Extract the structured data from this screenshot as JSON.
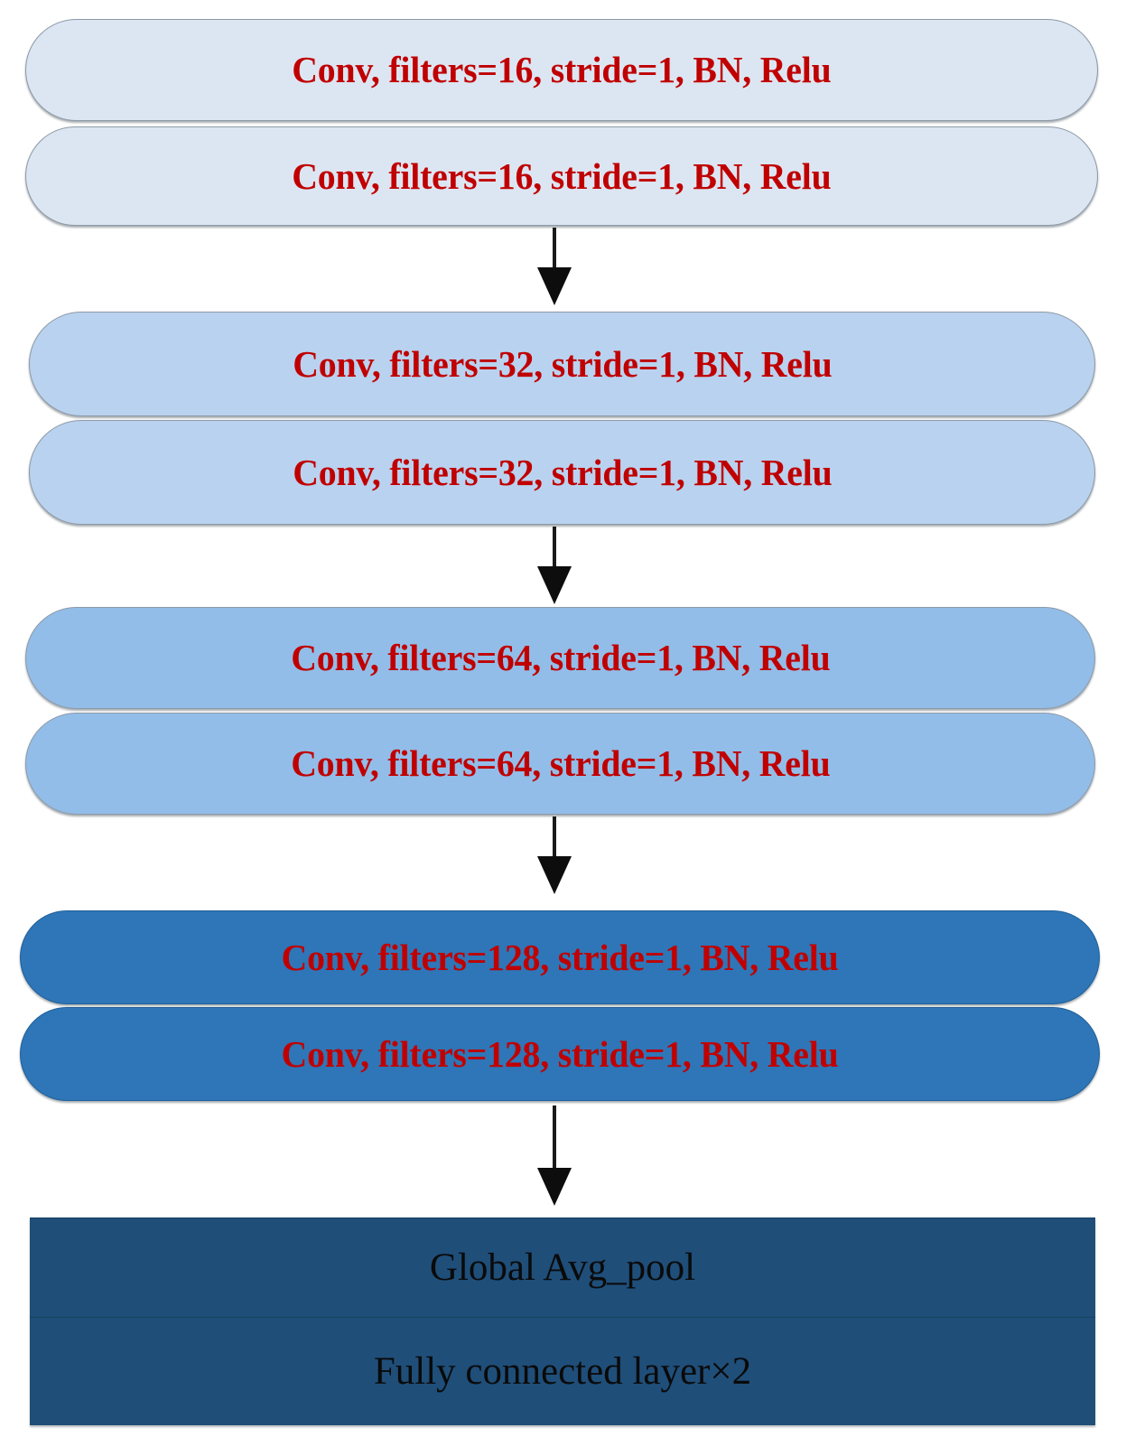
{
  "diagram": {
    "title": "CNN architecture block diagram",
    "type": "flowchart",
    "colors": {
      "text_red": "#c00000",
      "text_black": "#0a0a0a",
      "block_tint_1": "#dce6f2",
      "block_tint_2": "#b9d2ef",
      "block_tint_3": "#92bde8",
      "block_tint_4": "#2e76b7",
      "block_flat": "#1f4e79",
      "arrow": "#0d0d0d",
      "border": "#8d9aa8",
      "background": "#ffffff"
    },
    "blocks": [
      {
        "id": "conv16_a",
        "label": "Conv, filters=16, stride=1, BN, Relu",
        "group": 1,
        "shape": "pill"
      },
      {
        "id": "conv16_b",
        "label": "Conv, filters=16, stride=1, BN, Relu",
        "group": 1,
        "shape": "pill"
      },
      {
        "id": "conv32_a",
        "label": "Conv, filters=32, stride=1, BN, Relu",
        "group": 2,
        "shape": "pill"
      },
      {
        "id": "conv32_b",
        "label": "Conv, filters=32, stride=1, BN, Relu",
        "group": 2,
        "shape": "pill"
      },
      {
        "id": "conv64_a",
        "label": "Conv, filters=64, stride=1, BN, Relu",
        "group": 3,
        "shape": "pill"
      },
      {
        "id": "conv64_b",
        "label": "Conv, filters=64, stride=1, BN, Relu",
        "group": 3,
        "shape": "pill"
      },
      {
        "id": "conv128_a",
        "label": "Conv, filters=128, stride=1, BN, Relu",
        "group": 4,
        "shape": "pill"
      },
      {
        "id": "conv128_b",
        "label": "Conv, filters=128, stride=1, BN, Relu",
        "group": 4,
        "shape": "pill"
      },
      {
        "id": "gap",
        "label": "Global Avg_pool",
        "group": 5,
        "shape": "rect"
      },
      {
        "id": "fc",
        "label": "Fully connected layer×2",
        "group": 5,
        "shape": "rect"
      }
    ],
    "arrows": [
      {
        "id": "arrow-1",
        "from": "conv16_b",
        "to": "conv32_a"
      },
      {
        "id": "arrow-2",
        "from": "conv32_b",
        "to": "conv64_a"
      },
      {
        "id": "arrow-3",
        "from": "conv64_b",
        "to": "conv128_a"
      },
      {
        "id": "arrow-4",
        "from": "conv128_b",
        "to": "gap"
      }
    ]
  }
}
